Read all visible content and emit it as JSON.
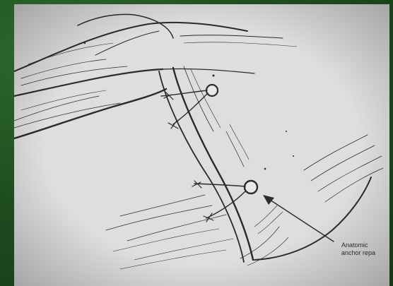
{
  "figure": {
    "annotation": {
      "line1": "Anatomic",
      "line2": "anchor repa"
    },
    "colors": {
      "slide_background": "#1d4a1f",
      "photo_background": "#dcdcdb",
      "ink": "#2b2b2b"
    },
    "elements": [
      "tendon-band",
      "bone-surface",
      "tissue-flap",
      "suture-anchor-upper",
      "suture-anchor-lower",
      "pointer-arrow"
    ]
  }
}
